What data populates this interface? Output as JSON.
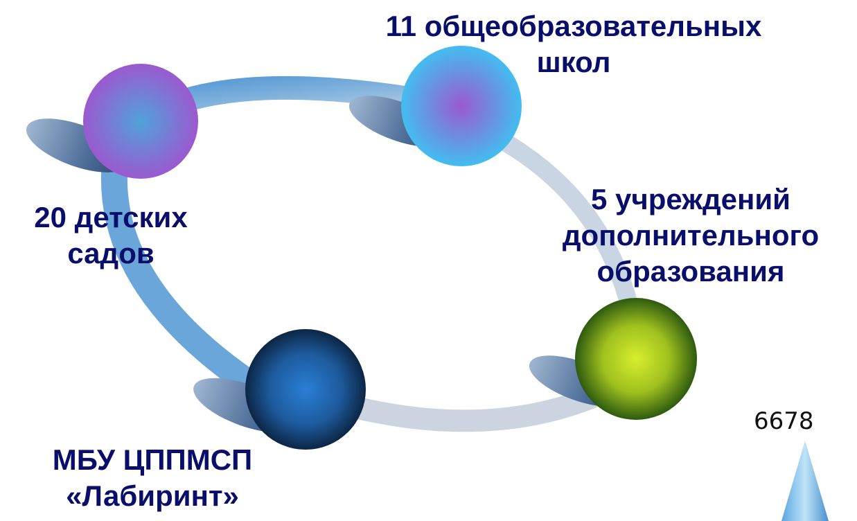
{
  "nodes": {
    "schools": {
      "line1": "11 общеобразовательных",
      "line2": "школ"
    },
    "kindergartens": {
      "line1": "20  детских",
      "line2": "садов"
    },
    "additional_education": {
      "line1": "5 учреждений",
      "line2": "дополнительного",
      "line3": "образования"
    },
    "center": {
      "line1": "МБУ ЦППМСП",
      "line2": "«Лабиринт»"
    }
  },
  "cone": {
    "value": "6678"
  },
  "colors": {
    "text": "#0a0e6b",
    "ring": "#5e9ed3",
    "kindergartens_sphere": "#9b59d0",
    "schools_sphere": "#43bdf0",
    "additional_sphere": "#c6e22a",
    "center_sphere": "#2a7fd6"
  }
}
